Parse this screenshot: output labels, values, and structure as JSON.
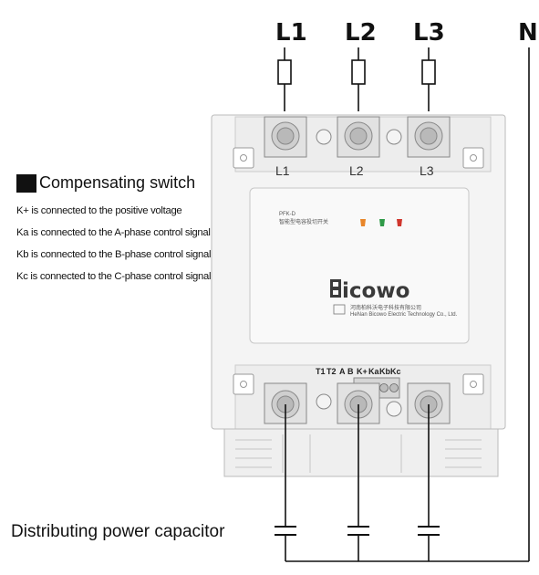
{
  "phases": {
    "l1": "L1",
    "l2": "L2",
    "l3": "L3",
    "n": "N"
  },
  "device": {
    "terminal_top": [
      "L1",
      "L2",
      "L3"
    ],
    "model": "PFK-D",
    "name_cn": "智能型电容投切开关",
    "brand": "Bicowo",
    "brand_display": "icowo",
    "company_cn": "河南柏科沃电子科技有限公司",
    "company_en": "HeNan Bicowo Electric Technology Co., Ltd.",
    "led_colors": [
      "#e8862a",
      "#2f9a48",
      "#d0362d"
    ],
    "control_terminals": [
      "T1",
      "T2",
      "A",
      "B",
      "K+",
      "Ka",
      "Kb",
      "Kc"
    ]
  },
  "legend": {
    "title": "Compensating switch",
    "lines": [
      "K+ is connected to the positive voltage",
      "Ka is connected to the A-phase control signal",
      "Kb is connected to the B-phase control signal",
      "Kc is connected to the C-phase control signal"
    ]
  },
  "capacitor_label": "Distributing power capacitor"
}
